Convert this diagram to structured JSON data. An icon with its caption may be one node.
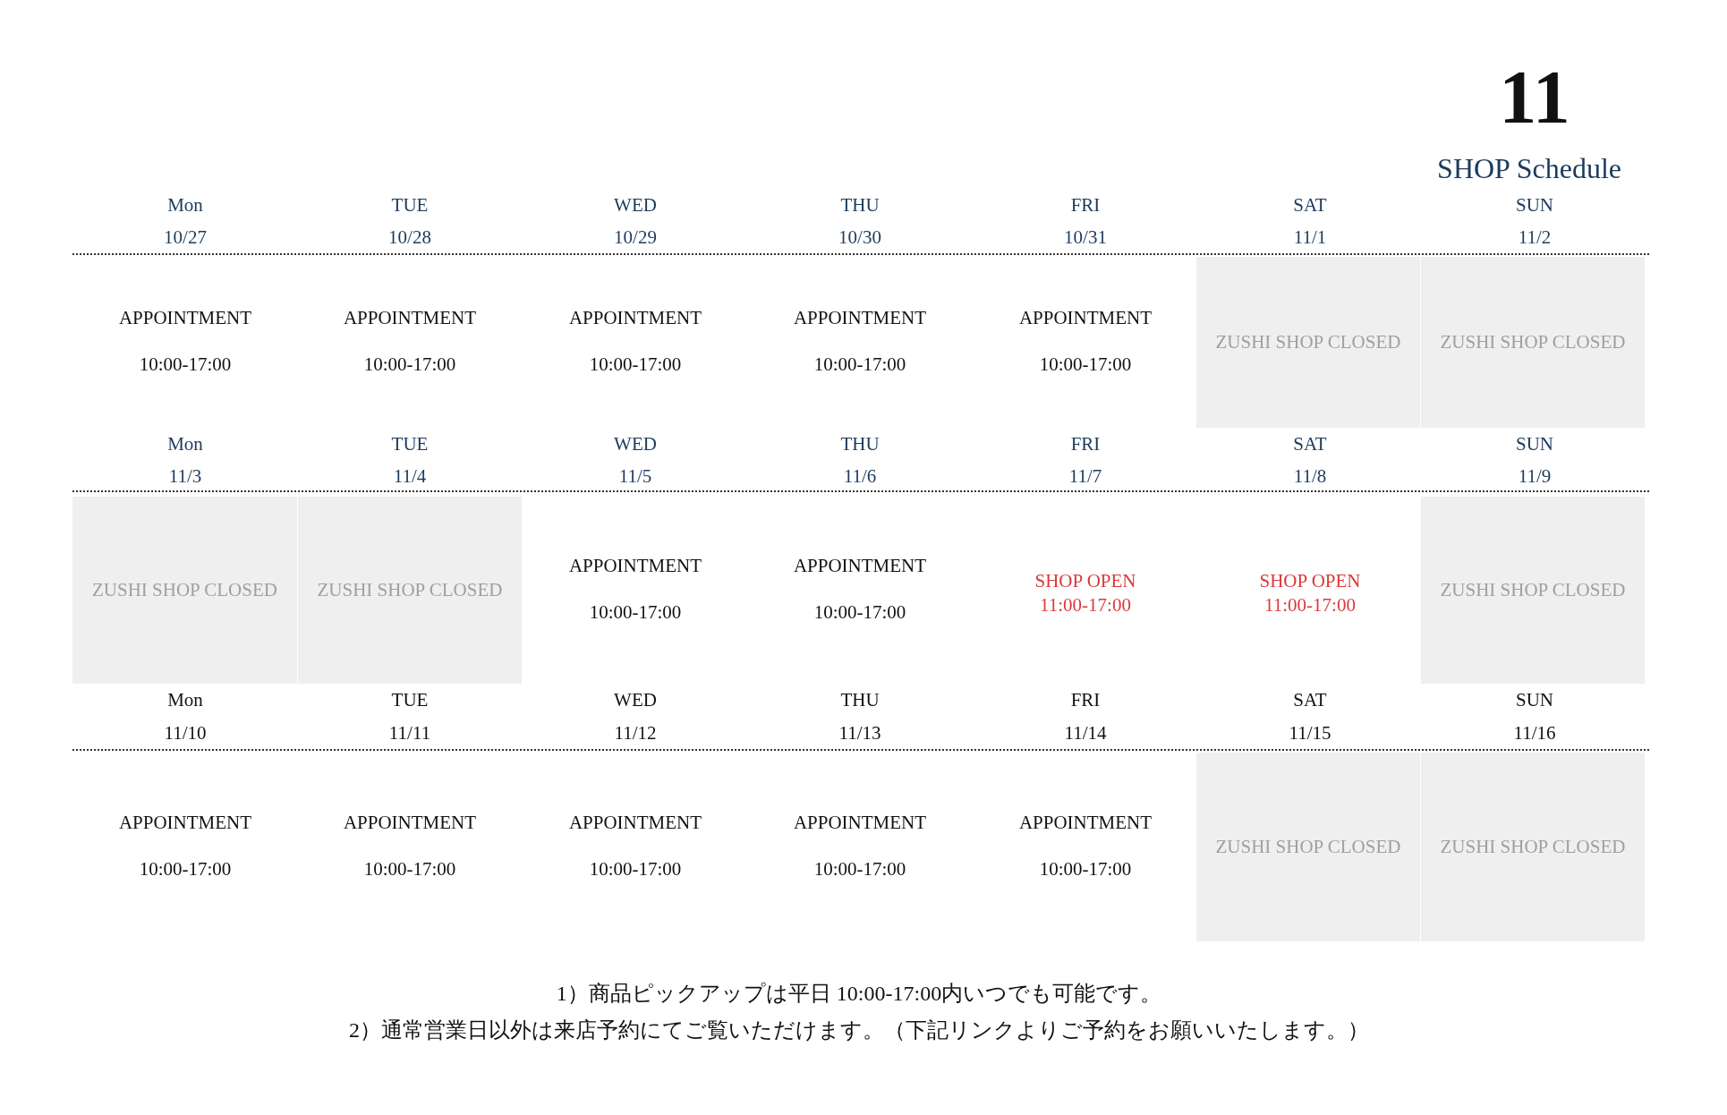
{
  "diagram": {
    "title": "11",
    "nodes": [
      {
        "text": [
          "ZUSHI SHOP CLOSED"
        ]
      },
      {
        "text": [
          "ZUSHI SHOP CLOSED"
        ]
      },
      {
        "text": [
          "ZUSHI SHOP CLOSED"
        ]
      },
      {
        "text": [
          "ZUSHI SHOP CLOSED"
        ]
      },
      {
        "text": [
          "ZUSHI SHOP CLOSED"
        ]
      },
      {
        "text": [
          "ZUSHI SHOP CLOSED"
        ]
      },
      {
        "text": [
          "ZUSHI SHOP CLOSED"
        ]
      }
    ],
    "labels": [
      "SHOP Schedule",
      "Mon",
      "TUE",
      "WED",
      "THU",
      "FRI",
      "SAT",
      "SUN",
      "10/27",
      "10/28",
      "10/29",
      "10/30",
      "10/31",
      "11/1",
      "11/2",
      "APPOINTMENT",
      "10:00-17:00",
      "APPOINTMENT",
      "10:00-17:00",
      "APPOINTMENT",
      "10:00-17:00",
      "APPOINTMENT",
      "10:00-17:00",
      "APPOINTMENT",
      "10:00-17:00",
      "Mon",
      "TUE",
      "WED",
      "THU",
      "FRI",
      "SAT",
      "SUN",
      "11/3",
      "11/4",
      "11/5",
      "11/6",
      "11/7",
      "11/8",
      "11/9",
      "APPOINTMENT",
      "10:00-17:00",
      "APPOINTMENT",
      "10:00-17:00",
      "SHOP OPEN",
      "11:00-17:00",
      "SHOP OPEN",
      "11:00-17:00",
      "Mon",
      "TUE",
      "WED",
      "THU",
      "FRI",
      "SAT",
      "SUN",
      "11/10",
      "11/11",
      "11/12",
      "11/13",
      "11/14",
      "11/15",
      "11/16",
      "APPOINTMENT",
      "10:00-17:00",
      "APPOINTMENT",
      "10:00-17:00",
      "APPOINTMENT",
      "10:00-17:00",
      "APPOINTMENT",
      "10:00-17:00",
      "APPOINTMENT",
      "10:00-17:00",
      "1）商品ピックアップは平日 10:00-17:00内いつでも可能です。",
      "2）通常営業日以外は来店予約にてご覧いただけます。（下記リンクよりご予約をお願いいたします。）"
    ]
  }
}
